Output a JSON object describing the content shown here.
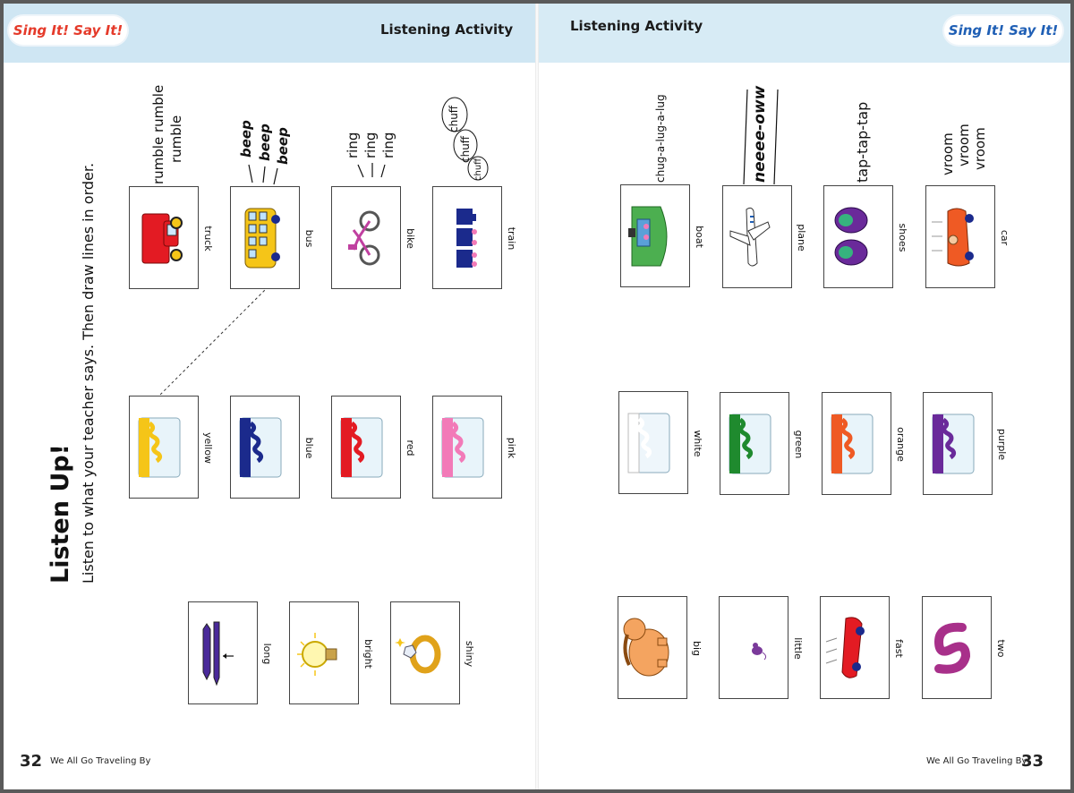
{
  "header": {
    "logo_text_left": "Sing It! Say It!",
    "logo_text_right": "Sing It! Say It!",
    "title_left": "Listening Activity",
    "title_right": "Listening Activity"
  },
  "footer": {
    "left_page_number": "32",
    "left_book_title": "We All Go Traveling By",
    "right_page_number": "33",
    "right_book_title": "We All Go Traveling By"
  },
  "instructions": {
    "title": "Listen Up!",
    "text": "Listen to what your teacher says. Then draw lines in order."
  },
  "sounds": {
    "truck_1": "rumble rumble",
    "truck_2": "rumble",
    "bus_1": "beep",
    "bus_2": "beep",
    "bus_3": "beep",
    "bike_1": "ring",
    "bike_2": "ring",
    "bike_3": "ring",
    "train_1": "chuff",
    "train_2": "chuff",
    "train_3": "chuff",
    "boat": "chug-a-lug-a-lug",
    "plane": "neeee-oww",
    "shoes": "tap-tap-tap",
    "car_1": "vroom",
    "car_2": "vroom",
    "car_3": "vroom"
  },
  "cards": {
    "truck": "truck",
    "bus": "bus",
    "bike": "bike",
    "train": "train",
    "yellow": "yellow",
    "blue": "blue",
    "red": "red",
    "pink": "pink",
    "long": "long",
    "bright": "bright",
    "shiny": "shiny",
    "boat": "boat",
    "plane": "plane",
    "shoes": "shoes",
    "car": "car",
    "white": "white",
    "green": "green",
    "orange": "orange",
    "purple": "purple",
    "big": "big",
    "little": "little",
    "fast": "fast",
    "two": "two"
  },
  "colors": {
    "header_band": "#cfe6f3",
    "logo_sing": "#e53a2a",
    "logo_say": "#1f5fb5",
    "paint_yellow": "#f5c518",
    "paint_blue": "#1b2a8c",
    "paint_red": "#e31b23",
    "paint_pink": "#f27ab8",
    "paint_white": "#ffffff",
    "paint_green": "#1f8a2e",
    "paint_orange": "#ef5a24",
    "paint_purple": "#6a2a9a"
  },
  "icons": {
    "truck": "red-truck-icon",
    "bus": "yellow-bus-icon",
    "bike": "pink-bike-icon",
    "train": "blue-train-icon",
    "boat": "green-boat-icon",
    "plane": "white-plane-icon",
    "shoes": "purple-shoes-icon",
    "car": "orange-car-icon",
    "long": "long-pencil-icon",
    "bright": "bright-lightbulb-icon",
    "shiny": "shiny-ring-icon",
    "big": "big-elephant-icon",
    "little": "little-mouse-icon",
    "fast": "fast-car-icon",
    "two": "number-two-icon"
  }
}
